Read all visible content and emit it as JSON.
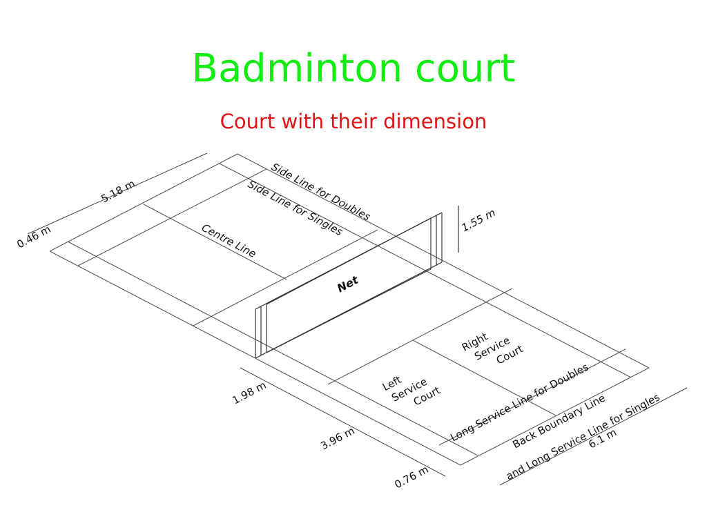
{
  "title": "Badminton court",
  "subtitle": "Court  with their dimension",
  "colors": {
    "title": "#11ee11",
    "subtitle": "#e01414",
    "lines": "#555555"
  },
  "labels": {
    "side_line_doubles": "Side Line for Doubles",
    "side_line_singles": "Side Line for Singles",
    "centre_line": "Centre Line",
    "net": "Net",
    "right_service_court": [
      "Right",
      "Service",
      "Court"
    ],
    "left_service_court": [
      "Left",
      "Service",
      "Court"
    ],
    "long_service_line_doubles": "Long Service Line for Doubles",
    "back_boundary_line": [
      "Back Boundary Line",
      "and Long Service Line for Singles"
    ]
  },
  "dimensions": {
    "doubles_alley": "0.46 m",
    "singles_half_width": "5.18 m",
    "net_height": "1.55 m",
    "short_service_distance": "1.98 m",
    "service_court_length": "3.96 m",
    "back_alley": "0.76 m",
    "court_width": "6.1 m"
  }
}
